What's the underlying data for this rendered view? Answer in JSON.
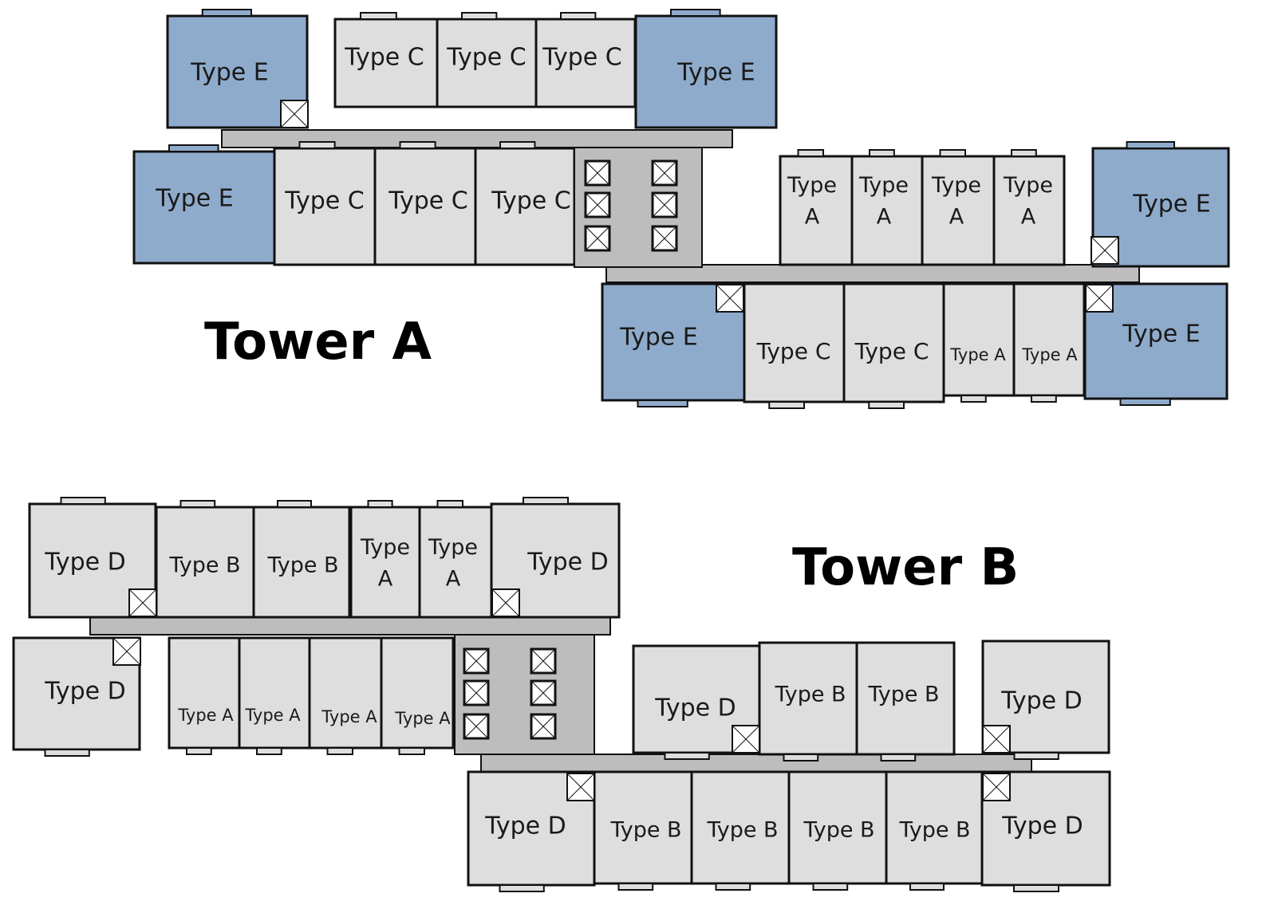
{
  "colors": {
    "unit_grey": "#dededf",
    "unit_blue": "#8fabcc",
    "corridor": "#bdbdbd",
    "wall": "#111111",
    "background": "#ffffff"
  },
  "towers": [
    {
      "title": "Tower A",
      "units": [
        {
          "id": "a1",
          "label": "Type E",
          "type": "E"
        },
        {
          "id": "a2",
          "label": "Type C",
          "type": "C"
        },
        {
          "id": "a3",
          "label": "Type C",
          "type": "C"
        },
        {
          "id": "a4",
          "label": "Type C",
          "type": "C"
        },
        {
          "id": "a5",
          "label": "Type E",
          "type": "E"
        },
        {
          "id": "a6",
          "label": "Type E",
          "type": "E"
        },
        {
          "id": "a7",
          "label": "Type C",
          "type": "C"
        },
        {
          "id": "a8",
          "label": "Type C",
          "type": "C"
        },
        {
          "id": "a9",
          "label": "Type C",
          "type": "C"
        },
        {
          "id": "a10",
          "label": [
            "Type",
            "A"
          ],
          "type": "A"
        },
        {
          "id": "a11",
          "label": [
            "Type",
            "A"
          ],
          "type": "A"
        },
        {
          "id": "a12",
          "label": [
            "Type",
            "A"
          ],
          "type": "A"
        },
        {
          "id": "a13",
          "label": [
            "Type",
            "A"
          ],
          "type": "A"
        },
        {
          "id": "a14",
          "label": "Type E",
          "type": "E"
        },
        {
          "id": "a15",
          "label": "Type E",
          "type": "E"
        },
        {
          "id": "a16",
          "label": "Type C",
          "type": "C"
        },
        {
          "id": "a17",
          "label": "Type C",
          "type": "C"
        },
        {
          "id": "a18",
          "label": "Type A",
          "type": "A"
        },
        {
          "id": "a19",
          "label": "Type A",
          "type": "A"
        },
        {
          "id": "a20",
          "label": "Type E",
          "type": "E"
        }
      ]
    },
    {
      "title": "Tower B",
      "units": [
        {
          "id": "b1",
          "label": "Type D",
          "type": "D"
        },
        {
          "id": "b2",
          "label": "Type B",
          "type": "B"
        },
        {
          "id": "b3",
          "label": "Type B",
          "type": "B"
        },
        {
          "id": "b4",
          "label": [
            "Type",
            "A"
          ],
          "type": "A"
        },
        {
          "id": "b5",
          "label": [
            "Type",
            "A"
          ],
          "type": "A"
        },
        {
          "id": "b6",
          "label": "Type D",
          "type": "D"
        },
        {
          "id": "b7",
          "label": "Type D",
          "type": "D"
        },
        {
          "id": "b8",
          "label": "Type A",
          "type": "A"
        },
        {
          "id": "b9",
          "label": "Type A",
          "type": "A"
        },
        {
          "id": "b10",
          "label": "Type A",
          "type": "A"
        },
        {
          "id": "b11",
          "label": "Type A",
          "type": "A"
        },
        {
          "id": "b12",
          "label": "Type D",
          "type": "D"
        },
        {
          "id": "b13",
          "label": "Type B",
          "type": "B"
        },
        {
          "id": "b14",
          "label": "Type B",
          "type": "B"
        },
        {
          "id": "b15",
          "label": "Type D",
          "type": "D"
        },
        {
          "id": "b16",
          "label": "Type D",
          "type": "D"
        },
        {
          "id": "b17",
          "label": "Type B",
          "type": "B"
        },
        {
          "id": "b18",
          "label": "Type B",
          "type": "B"
        },
        {
          "id": "b19",
          "label": "Type B",
          "type": "B"
        },
        {
          "id": "b20",
          "label": "Type B",
          "type": "B"
        },
        {
          "id": "b21",
          "label": "Type D",
          "type": "D"
        }
      ]
    }
  ]
}
